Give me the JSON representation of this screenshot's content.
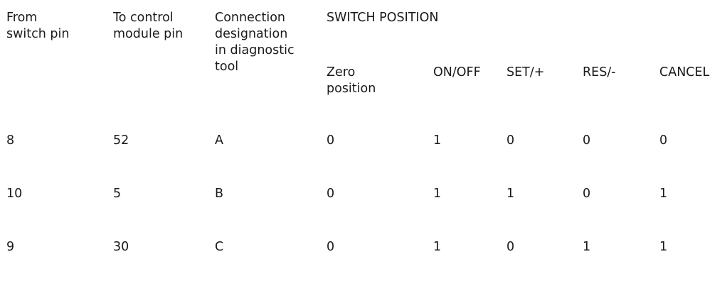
{
  "table": {
    "columns": [
      {
        "id": "from_switch_pin",
        "label": "From\nswitch pin"
      },
      {
        "id": "to_control_module_pin",
        "label": "To control\nmodule pin"
      },
      {
        "id": "connection_designation",
        "label": "Connection\ndesignation\nin diagnostic\ntool"
      }
    ],
    "group_header": {
      "id": "switch_position",
      "label": "SWITCH POSITION"
    },
    "switch_position_columns": [
      {
        "id": "zero_position",
        "label": "Zero\nposition"
      },
      {
        "id": "on_off",
        "label": "ON/OFF"
      },
      {
        "id": "set_plus",
        "label": "SET/+"
      },
      {
        "id": "res_minus",
        "label": "RES/-"
      },
      {
        "id": "cancel",
        "label": "CANCEL"
      }
    ],
    "rows": [
      {
        "from_switch_pin": "8",
        "to_control_module_pin": "52",
        "connection_designation": "A",
        "zero_position": "0",
        "on_off": "1",
        "set_plus": "0",
        "res_minus": "0",
        "cancel": "0"
      },
      {
        "from_switch_pin": "10",
        "to_control_module_pin": "5",
        "connection_designation": "B",
        "zero_position": "0",
        "on_off": "1",
        "set_plus": "1",
        "res_minus": "0",
        "cancel": "1"
      },
      {
        "from_switch_pin": "9",
        "to_control_module_pin": "30",
        "connection_designation": "C",
        "zero_position": "0",
        "on_off": "1",
        "set_plus": "0",
        "res_minus": "1",
        "cancel": "1"
      }
    ]
  },
  "colors": {
    "rule": "#111111",
    "rule_light": "#4a4a4a",
    "text": "#1a1a1a",
    "background": "#ffffff"
  }
}
